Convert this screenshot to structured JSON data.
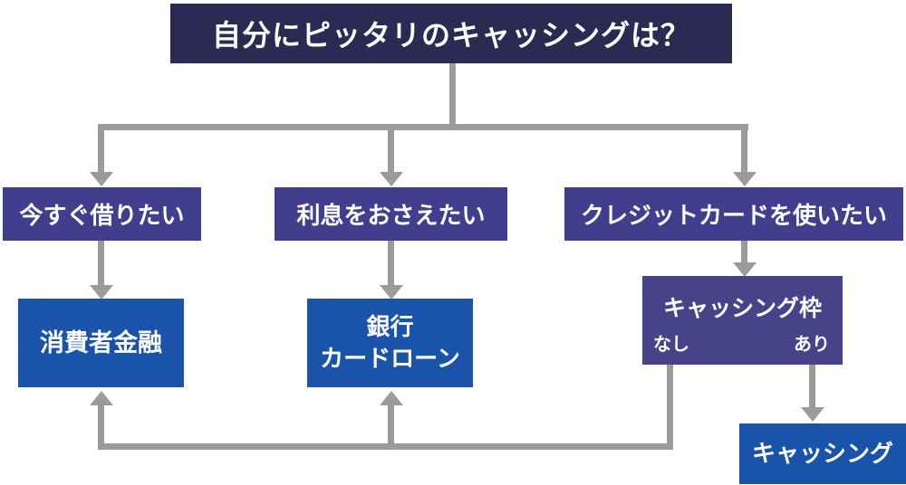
{
  "colors": {
    "title_bg": "#2b2a52",
    "branch_bg": "#423e8e",
    "decision_bg": "#474389",
    "result_bg": "#1a53aa",
    "line": "#9b9b9b",
    "text": "#ffffff",
    "background": "#ffffff"
  },
  "flow": {
    "title": "自分にピッタリのキャッシングは？",
    "branches": [
      {
        "label": "今すぐ借りたい"
      },
      {
        "label": "利息をおさえたい"
      },
      {
        "label": "クレジットカードを使いたい"
      }
    ],
    "decision": {
      "title": "キャッシング枠",
      "no": "なし",
      "yes": "あり"
    },
    "results": {
      "consumer_finance": "消費者金融",
      "bank_line1": "銀行",
      "bank_line2": "カードローン",
      "cashing": "キャッシング"
    }
  }
}
